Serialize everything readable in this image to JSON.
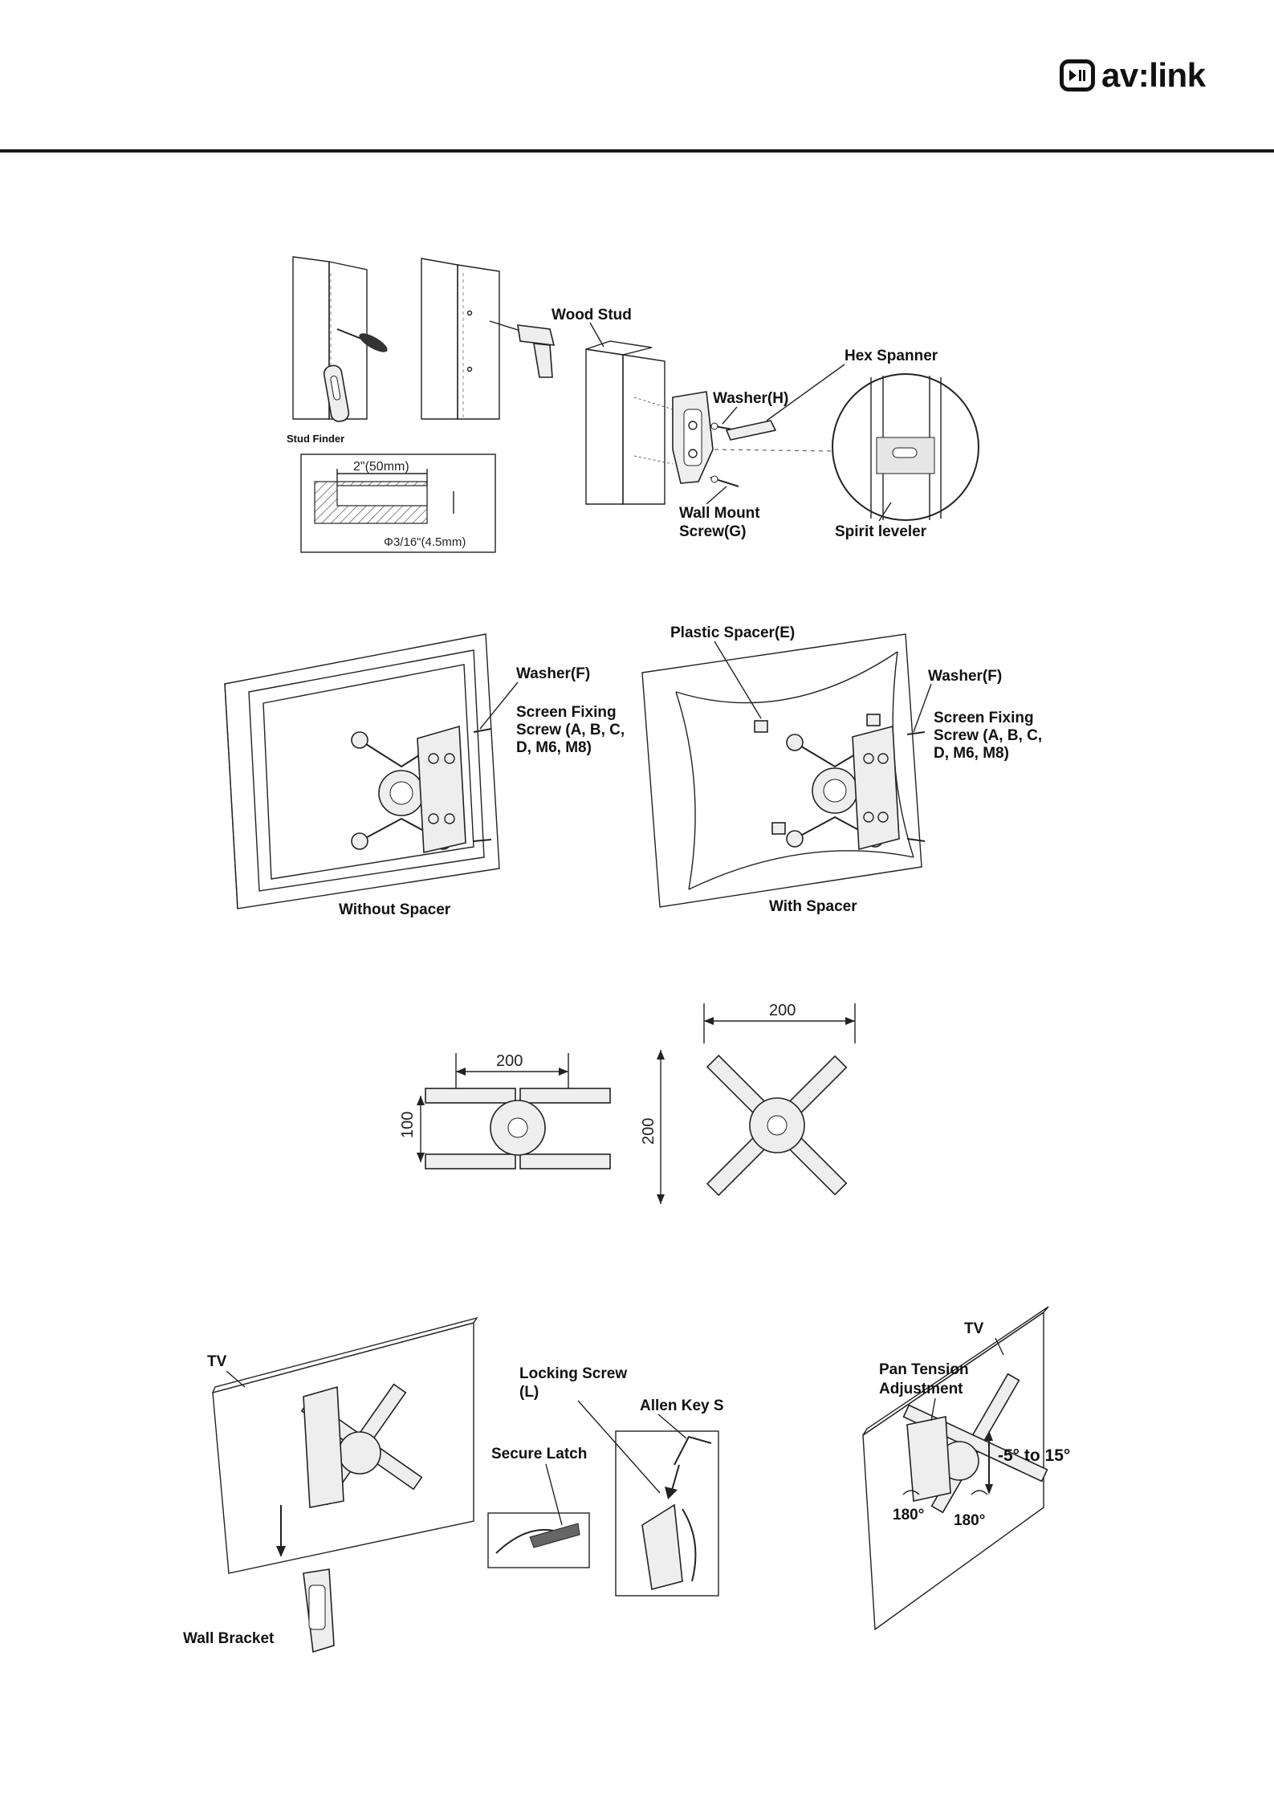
{
  "brand": {
    "logo_text": "av:link",
    "logo_icon": "play-pause-icon"
  },
  "step1": {
    "stud_finder": "Stud Finder",
    "dimension_width": "2\"(50mm)",
    "dimension_hole": "Φ3/16\"(4.5mm)",
    "wood_stud": "Wood Stud",
    "hex_spanner": "Hex Spanner",
    "washer_h": "Washer(H)",
    "wall_mount_screw_line1": "Wall Mount",
    "wall_mount_screw_line2": "Screw(G)",
    "spirit_leveler": "Spirit leveler"
  },
  "step2": {
    "left": {
      "washer_f": "Washer(F)",
      "screw_line1": "Screen Fixing",
      "screw_line2": "Screw (A, B, C,",
      "screw_line3": "D, M6, M8)",
      "caption": "Without Spacer"
    },
    "right": {
      "plastic_spacer": "Plastic Spacer(E)",
      "washer_f": "Washer(F)",
      "screw_line1": "Screen Fixing",
      "screw_line2": "Screw (A, B, C,",
      "screw_line3": "D, M6, M8)",
      "caption": "With Spacer"
    }
  },
  "step3": {
    "left_width": "200",
    "left_height": "100",
    "right_width": "200",
    "right_height": "200"
  },
  "step4": {
    "tv_left": "TV",
    "wall_bracket": "Wall Bracket",
    "locking_screw_line1": "Locking Screw",
    "locking_screw_line2": "(L)",
    "allen_key": "Allen Key S",
    "secure_latch": "Secure Latch",
    "tv_right": "TV",
    "pan_tension_line1": "Pan Tension",
    "pan_tension_line2": "Adjustment",
    "tilt_range": "-5° to 15°",
    "swivel_left": "180°",
    "swivel_right": "180°"
  }
}
